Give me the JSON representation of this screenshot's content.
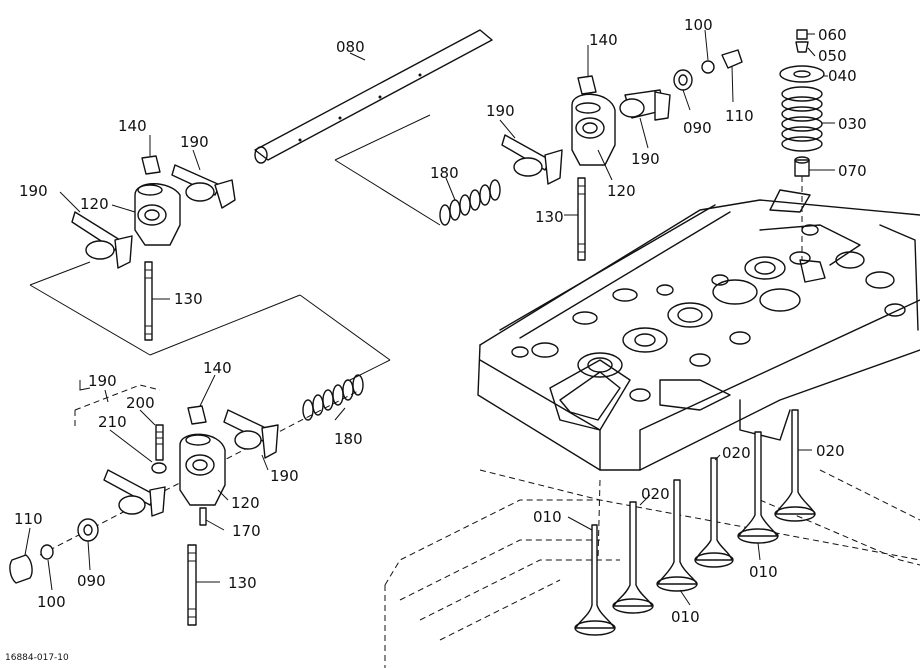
{
  "diagram": {
    "figure_code": "16884-017-10",
    "labels": {
      "080": "080",
      "140_a": "140",
      "190_a": "190",
      "190_b": "190",
      "120_a": "120",
      "130_a": "130",
      "140_b": "140",
      "190_c": "190",
      "190_d": "190",
      "180_a": "180",
      "120_b": "120",
      "130_b": "130",
      "100_a": "100",
      "110_a": "110",
      "090_a": "090",
      "060": "060",
      "050": "050",
      "040": "040",
      "030": "030",
      "070": "070",
      "190_e": "190",
      "210": "210",
      "200": "200",
      "140_c": "140",
      "180_b": "180",
      "120_c": "120",
      "170": "170",
      "190_f": "190",
      "130_c": "130",
      "110_b": "110",
      "090_b": "090",
      "100_b": "100",
      "020_a": "020",
      "020_b": "020",
      "020_c": "020",
      "010_a": "010",
      "010_b": "010",
      "010_c": "010"
    }
  }
}
